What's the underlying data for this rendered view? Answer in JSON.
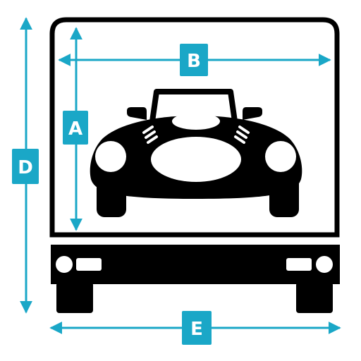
{
  "colors": {
    "outline": "#000000",
    "dimension": "#1aa7c7",
    "label_text": "#ffffff",
    "background": "#ffffff"
  },
  "labels": {
    "a": "A",
    "b": "B",
    "d": "D",
    "e": "E"
  }
}
